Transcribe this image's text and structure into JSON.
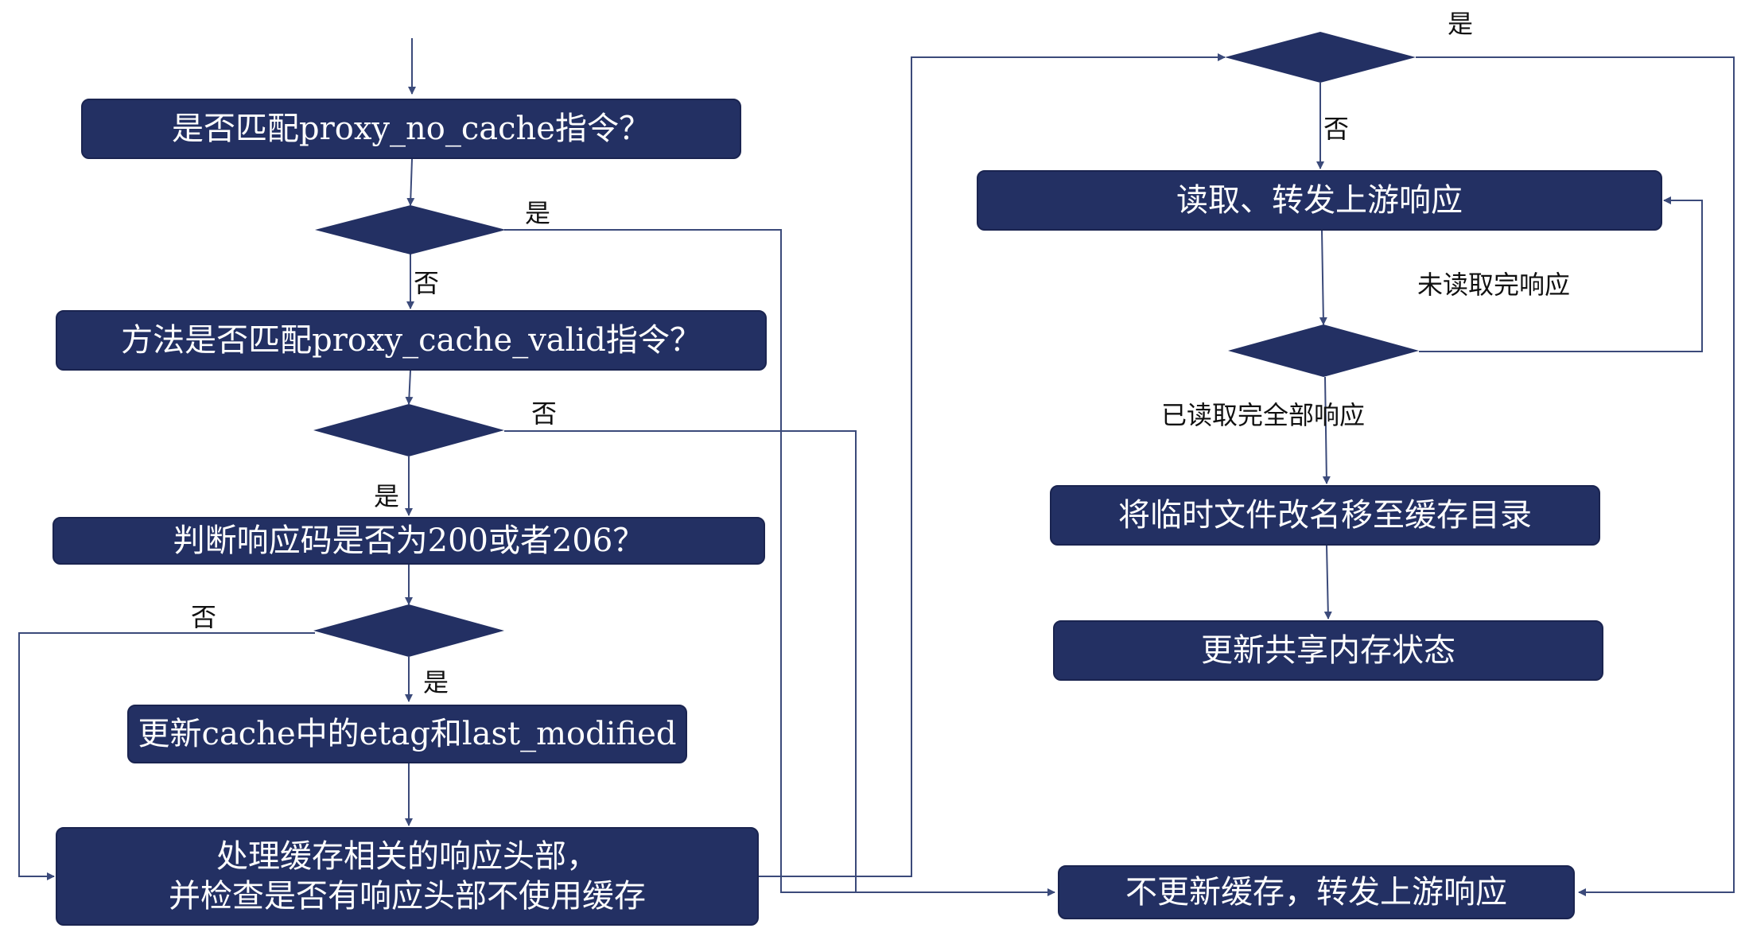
{
  "colors": {
    "box_fill": "#233063",
    "line": "#3b4a7a"
  },
  "left_flow": {
    "q_no_cache": "是否匹配proxy_no_cache指令？",
    "q_cache_valid": "方法是否匹配proxy_cache_valid指令？",
    "q_status": "判断响应码是否为200或者206？",
    "update_etag": "更新cache中的etag和last_modified",
    "process_headers_line1": "处理缓存相关的响应头部，",
    "process_headers_line2": "并检查是否有响应头部不使用缓存"
  },
  "right_flow": {
    "read_forward": "读取、转发上游响应",
    "rename_tmp": "将临时文件改名移至缓存目录",
    "update_shm": "更新共享内存状态",
    "no_cache_forward": "不更新缓存，转发上游响应"
  },
  "labels": {
    "yes": "是",
    "no": "否",
    "not_finished": "未读取完响应",
    "all_read": "已读取完全部响应"
  }
}
